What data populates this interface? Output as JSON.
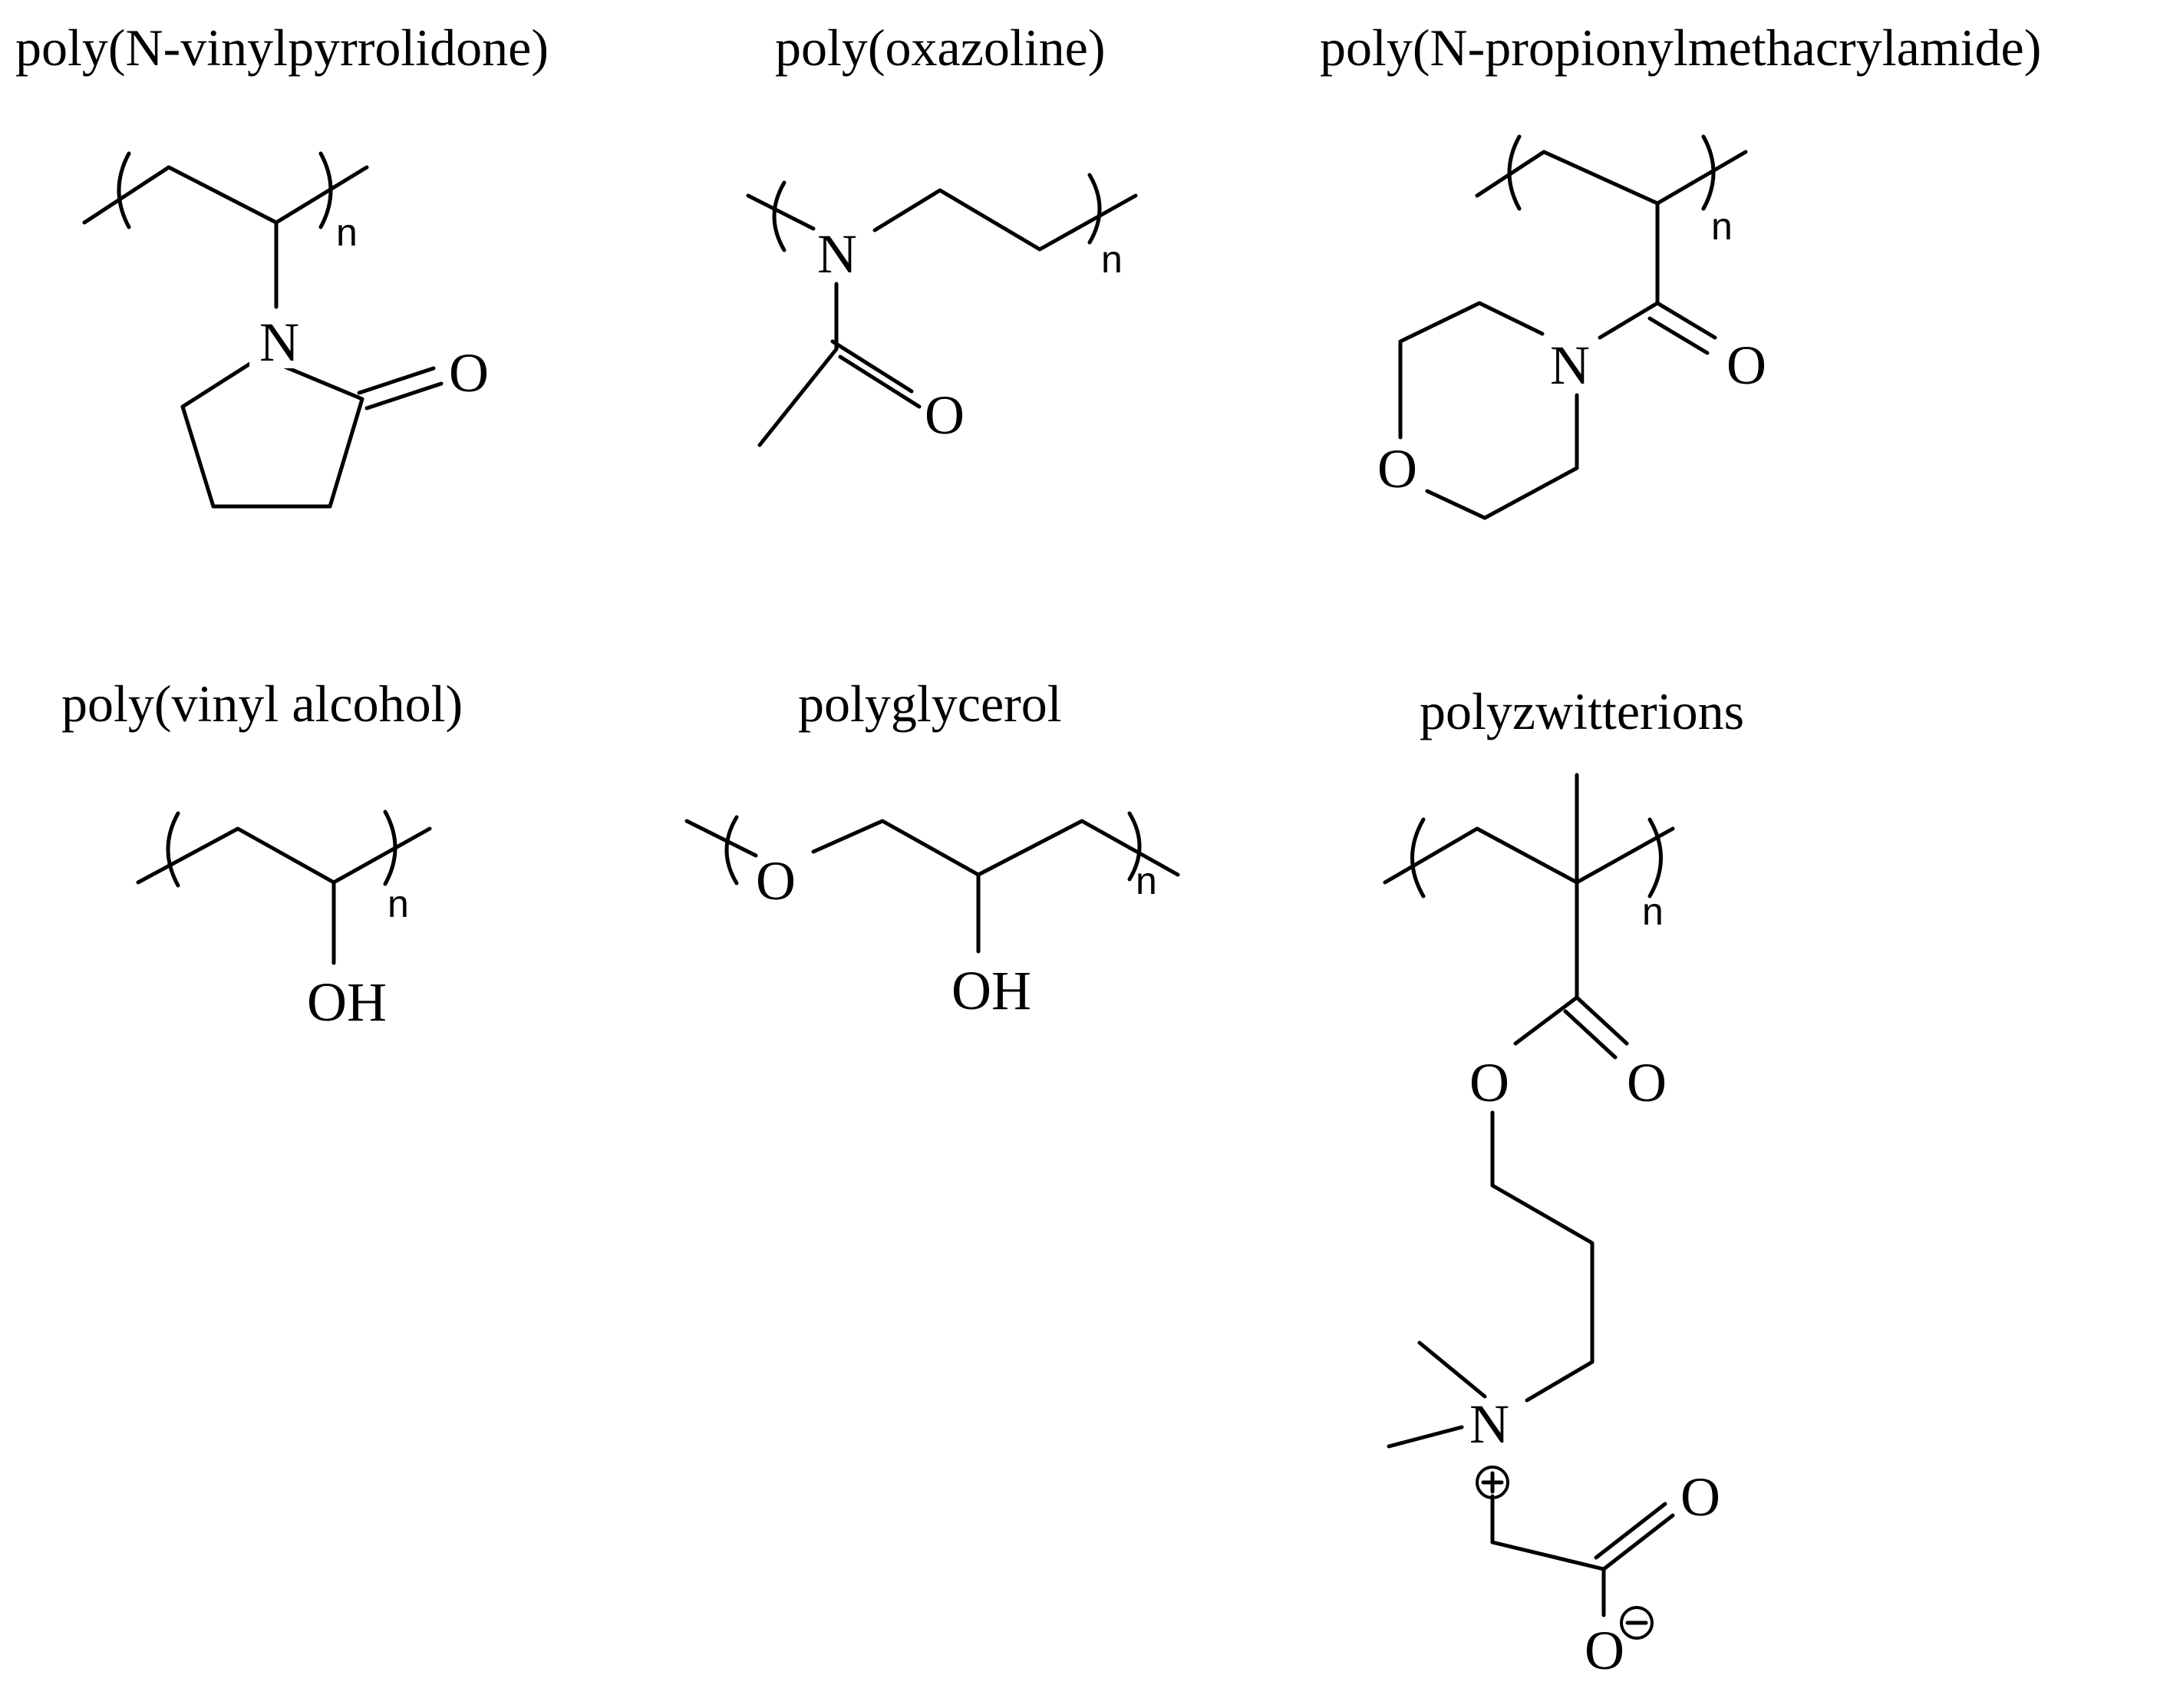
{
  "structures": {
    "pvp": {
      "title": "poly(N-vinylpyrrolidone)",
      "atoms": {
        "n": "N",
        "o": "O"
      },
      "subscript": "n"
    },
    "pox": {
      "title": "poly(oxazoline)",
      "atoms": {
        "n": "N",
        "o": "O"
      },
      "subscript": "n"
    },
    "ppma": {
      "title": "poly(N-propionylmethacrylamide)",
      "atoms": {
        "n": "N",
        "o_carbonyl": "O",
        "o_ring": "O"
      },
      "subscript": "n"
    },
    "pva": {
      "title": "poly(vinyl alcohol)",
      "atoms": {
        "oh": "OH"
      },
      "subscript": "n"
    },
    "pg": {
      "title": "polyglycerol",
      "atoms": {
        "o": "O",
        "oh": "OH"
      },
      "subscript": "n"
    },
    "pzw": {
      "title": "polyzwitterions",
      "atoms": {
        "o_ester": "O",
        "o_carbonyl": "O",
        "n": "N",
        "plus": "+",
        "o_carboxyl": "O",
        "o_minus": "O",
        "minus": "−"
      },
      "subscript": "n"
    }
  }
}
